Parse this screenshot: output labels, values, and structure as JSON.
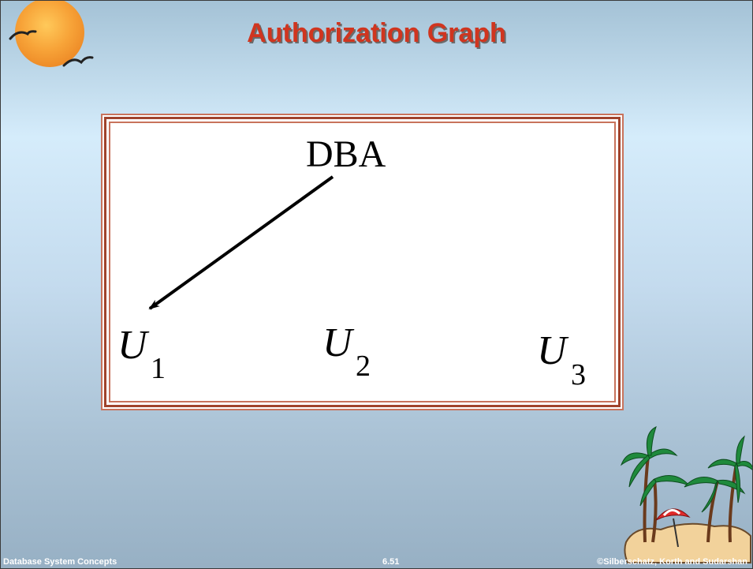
{
  "slide": {
    "title": "Authorization Graph"
  },
  "graph": {
    "nodes": [
      {
        "id": "dba",
        "label": "DBA",
        "subscript": ""
      },
      {
        "id": "u1",
        "label": "U",
        "subscript": "1"
      },
      {
        "id": "u2",
        "label": "U",
        "subscript": "2"
      },
      {
        "id": "u3",
        "label": "U",
        "subscript": "3"
      }
    ],
    "edges": [
      {
        "from": "DBA",
        "to": "U1"
      }
    ]
  },
  "footer": {
    "left": "Database System Concepts",
    "center": "6.51",
    "right": "©Silberschatz, Korth and Sudarshan"
  },
  "colors": {
    "title": "#d0351f",
    "frame": "#a0432c",
    "footer_text": "#ffffff"
  },
  "icons": {
    "logo": "sun-with-birds-icon",
    "clipart": "palm-island-beach-umbrella-icon"
  }
}
